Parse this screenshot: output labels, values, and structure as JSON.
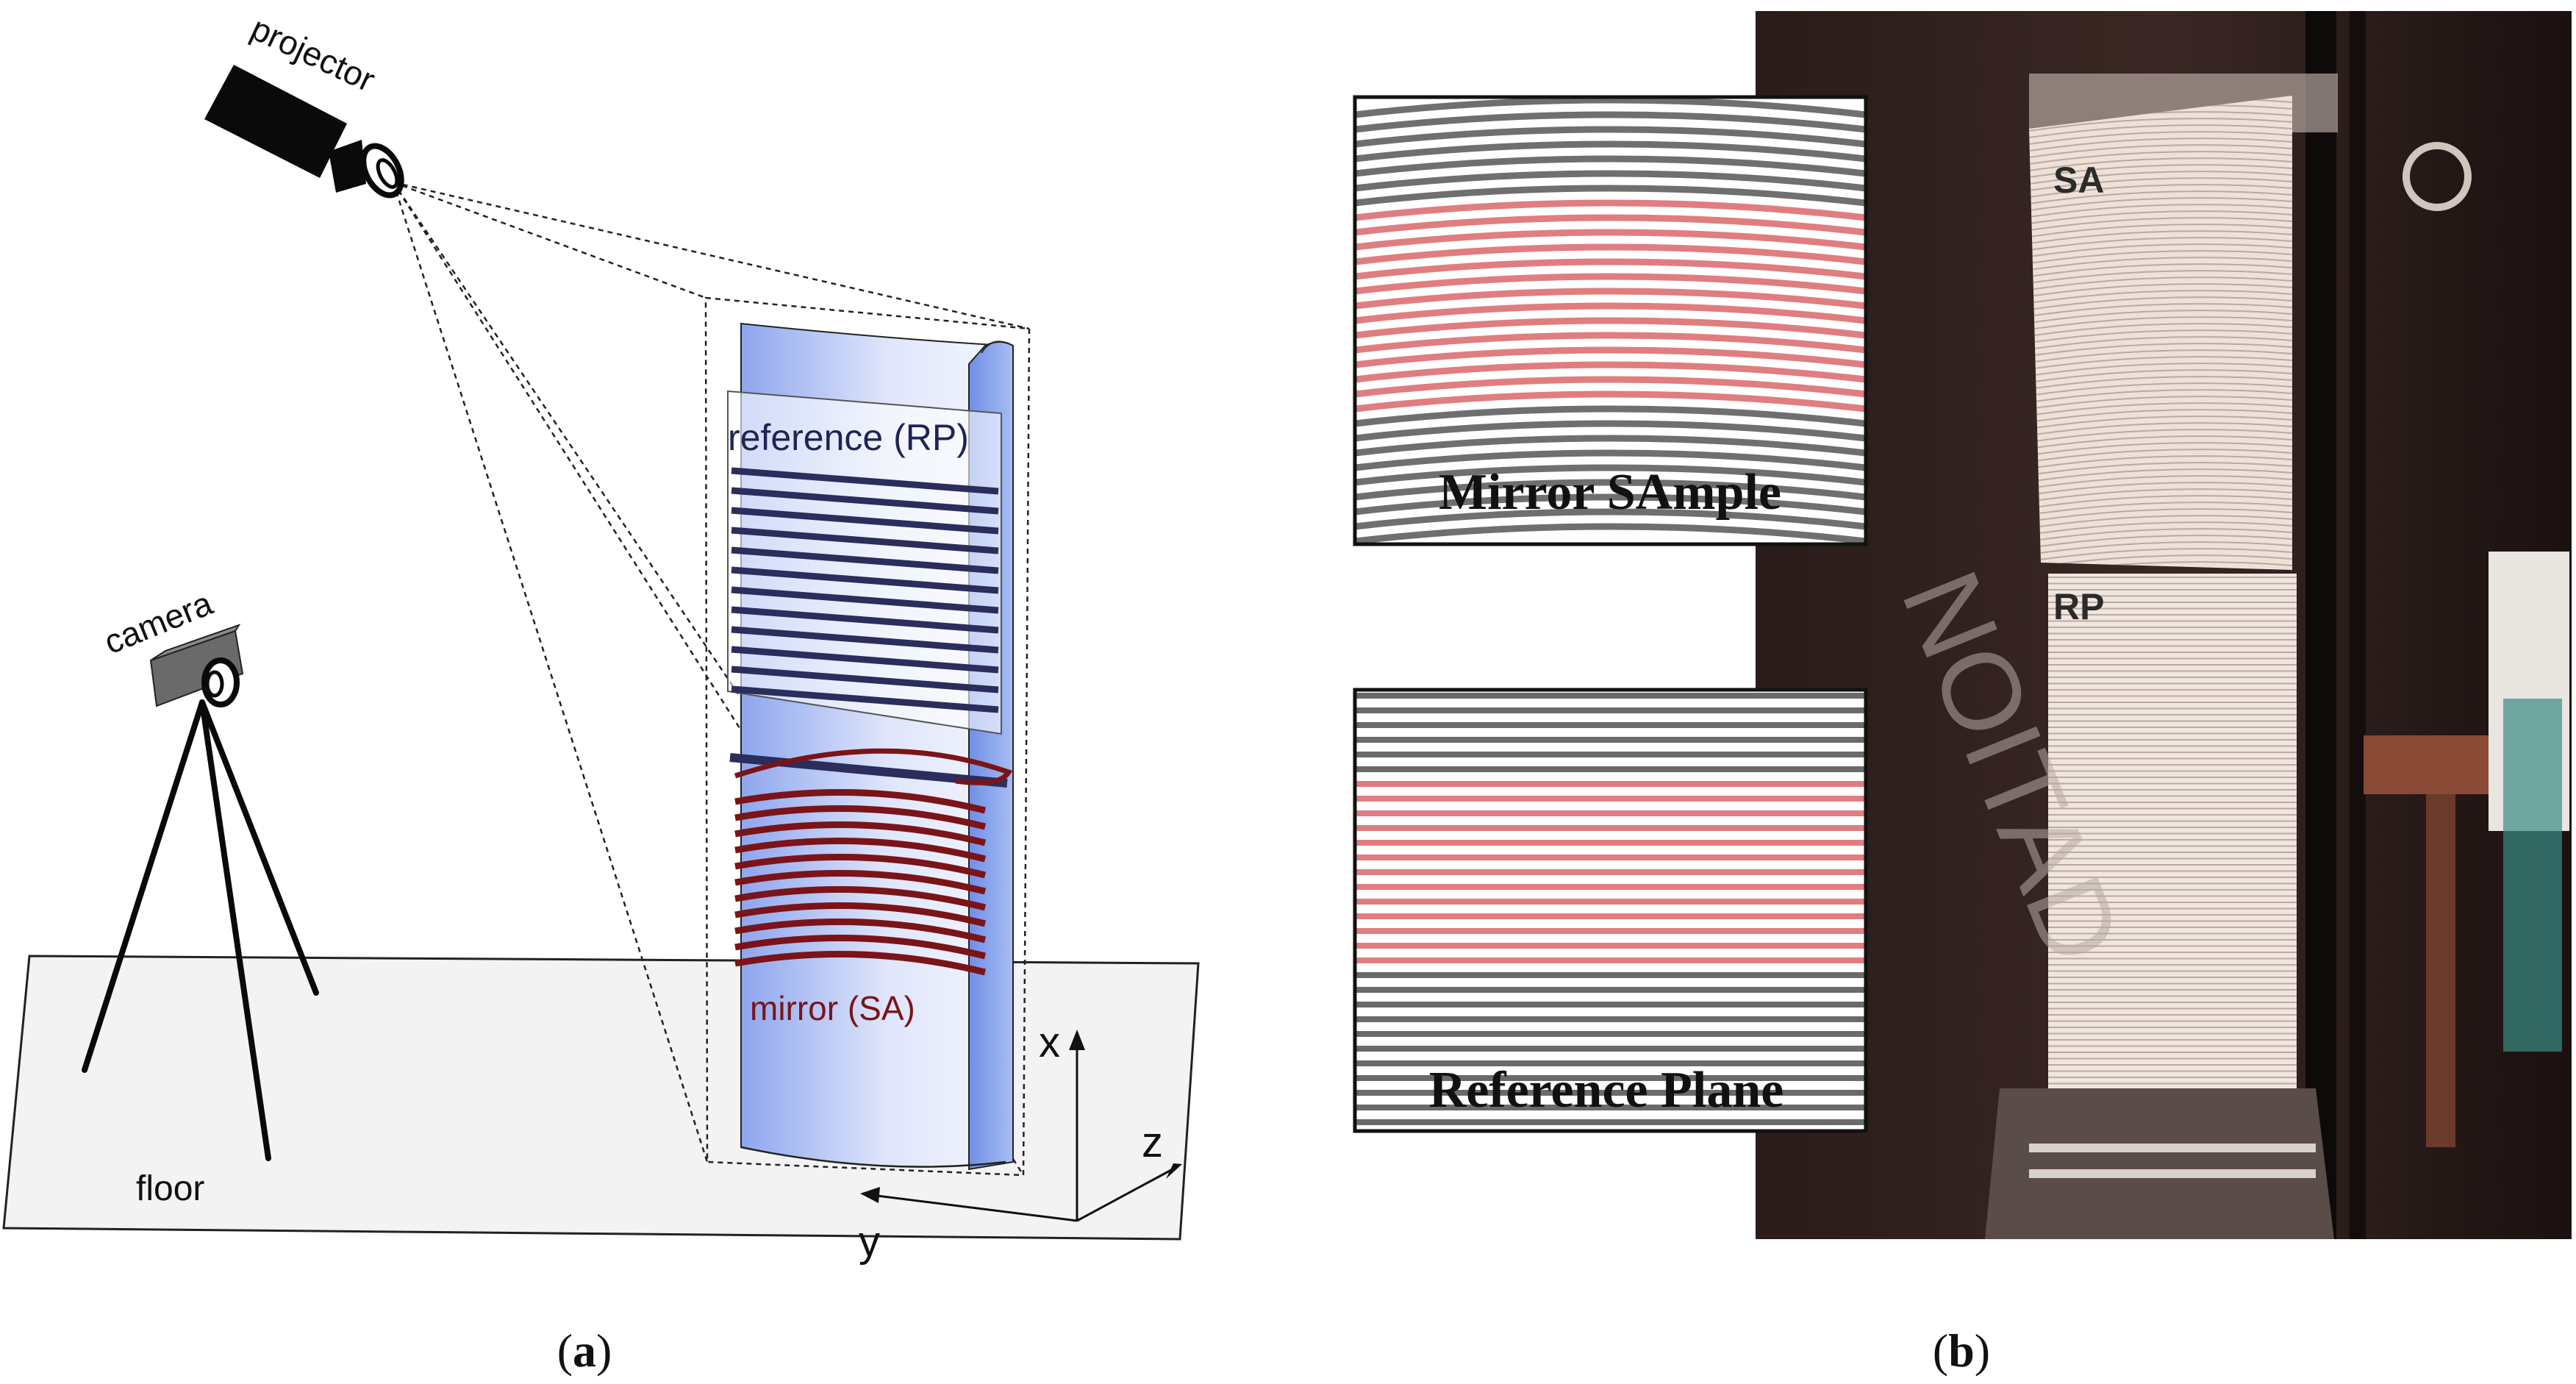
{
  "panel_a": {
    "caption_open": "(",
    "caption_letter": "a",
    "caption_close": ")",
    "labels": {
      "projector": "projector",
      "camera": "camera",
      "floor": "floor",
      "reference": "reference (RP)",
      "mirror": "mirror (SA)",
      "axis_x": "x",
      "axis_y": "y",
      "axis_z": "z"
    },
    "colors": {
      "stripe_reference": "#2b2d5c",
      "stripe_mirror": "#7a1418",
      "mirror_label": "#7a1418",
      "cylinder_blue": "#8ea8ee",
      "floor_fill": "#f3f3f3"
    }
  },
  "panel_b": {
    "caption_open": "(",
    "caption_letter": "b",
    "caption_close": ")",
    "inset_mirror_label": "Mirror SAmple",
    "inset_reference_label": "Reference Plane",
    "photo_label_sa": "SA",
    "photo_label_rp": "RP",
    "graffiti_text": "NOITAD",
    "colors": {
      "stripe_highlight": "#e07d80",
      "photo_background": "#1d1413"
    }
  }
}
